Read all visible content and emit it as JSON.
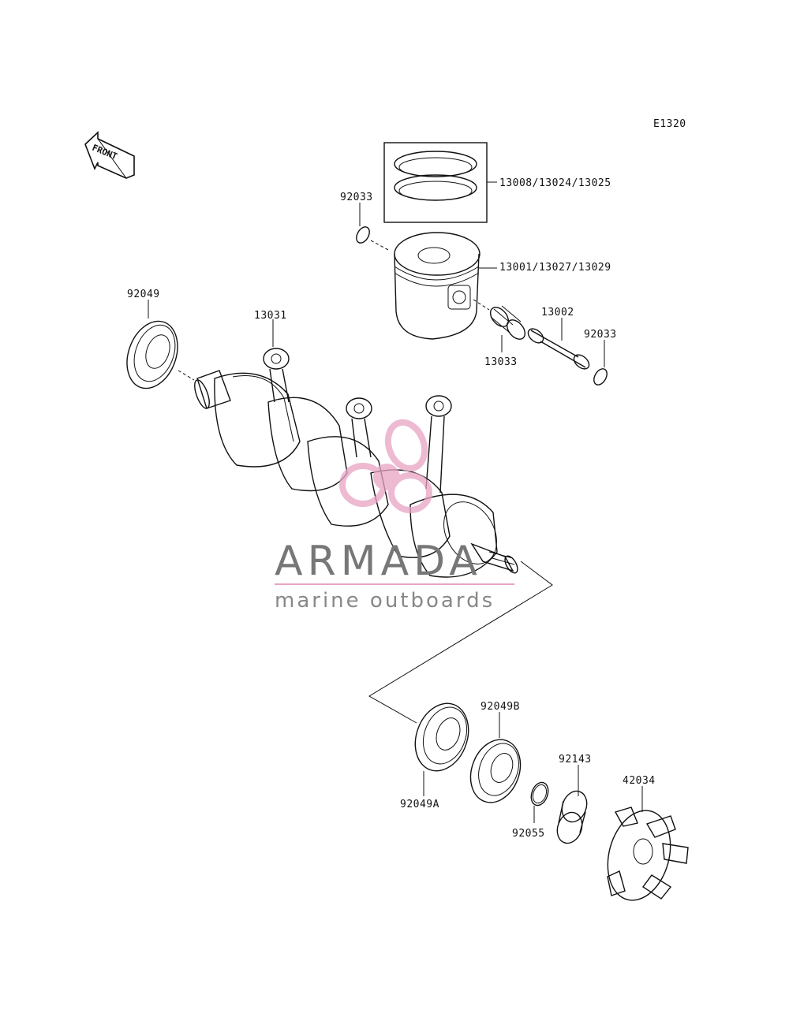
{
  "diagram_code": "E1320",
  "front_label": "FRONT",
  "parts": {
    "piston_rings": "13008/13024/13025",
    "piston": "13001/13027/13029",
    "circlip_left": "92033",
    "circlip_right": "92033",
    "piston_pin": "13002",
    "needle_bearing": "13033",
    "connecting_rod": "13031",
    "oil_seal_left": "92049",
    "oil_seal_a": "92049A",
    "oil_seal_b": "92049B",
    "o_ring": "92055",
    "collar": "92143",
    "coupling": "42034"
  },
  "watermark": {
    "brand": "ARMADA",
    "tagline": "marine outboards",
    "logo_color": "#e7a3c4"
  }
}
